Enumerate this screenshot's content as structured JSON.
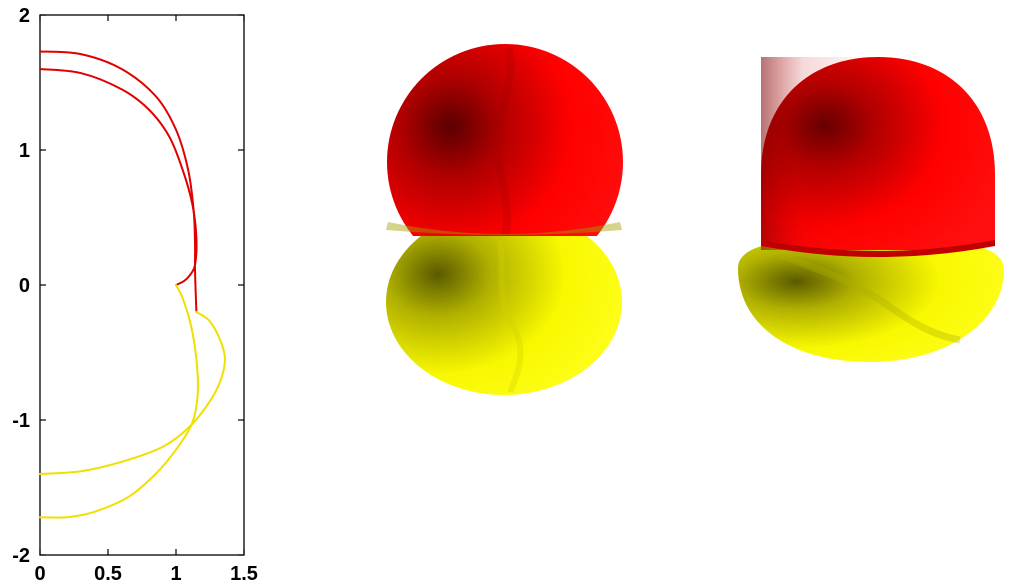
{
  "chart_data": {
    "type": "line",
    "title": "",
    "xlabel": "",
    "ylabel": "",
    "xlim": [
      0,
      1.5
    ],
    "ylim": [
      -2,
      2
    ],
    "xticks": [
      0,
      0.5,
      1,
      1.5
    ],
    "xtick_labels": [
      "0",
      "0.5",
      "1",
      "1.5"
    ],
    "yticks": [
      -2,
      -1,
      0,
      1,
      2
    ],
    "ytick_labels": [
      "-2",
      "-1",
      "0",
      "1",
      "2"
    ],
    "grid": false,
    "series": [
      {
        "color": "#e00000",
        "x": [
          0,
          0.3,
          0.6,
          0.8,
          0.95,
          1.05,
          1.12,
          1.15,
          1.14,
          1.1,
          1.06,
          1.0
        ],
        "y": [
          1.6,
          1.57,
          1.45,
          1.3,
          1.1,
          0.85,
          0.6,
          0.35,
          0.15,
          0.07,
          0.03,
          0
        ]
      },
      {
        "color": "#e00000",
        "x": [
          0,
          0.3,
          0.6,
          0.85,
          1.0,
          1.09,
          1.13,
          1.14,
          1.14,
          1.15
        ],
        "y": [
          1.73,
          1.71,
          1.6,
          1.4,
          1.15,
          0.85,
          0.55,
          0.3,
          0.1,
          -0.2
        ]
      },
      {
        "color": "#f0e000",
        "x": [
          1.0,
          1.05,
          1.11,
          1.15,
          1.16,
          1.12,
          1.0,
          0.85,
          0.65,
          0.4,
          0.2,
          0
        ],
        "y": [
          0,
          -0.1,
          -0.3,
          -0.55,
          -0.8,
          -1.02,
          -1.22,
          -1.4,
          -1.57,
          -1.68,
          -1.72,
          -1.72
        ]
      },
      {
        "color": "#f0e000",
        "x": [
          1.15,
          1.25,
          1.33,
          1.36,
          1.33,
          1.25,
          1.1,
          0.9,
          0.6,
          0.3,
          0
        ],
        "y": [
          -0.2,
          -0.27,
          -0.42,
          -0.55,
          -0.7,
          -0.86,
          -1.05,
          -1.2,
          -1.31,
          -1.38,
          -1.4
        ]
      }
    ]
  },
  "render_figures": [
    {
      "name": "sphere-dimer-render",
      "top_color": "#ff0000",
      "bottom_color": "#ffff00"
    },
    {
      "name": "flattened-dimer-render",
      "top_color": "#ff0000",
      "bottom_color": "#ffff00"
    }
  ]
}
